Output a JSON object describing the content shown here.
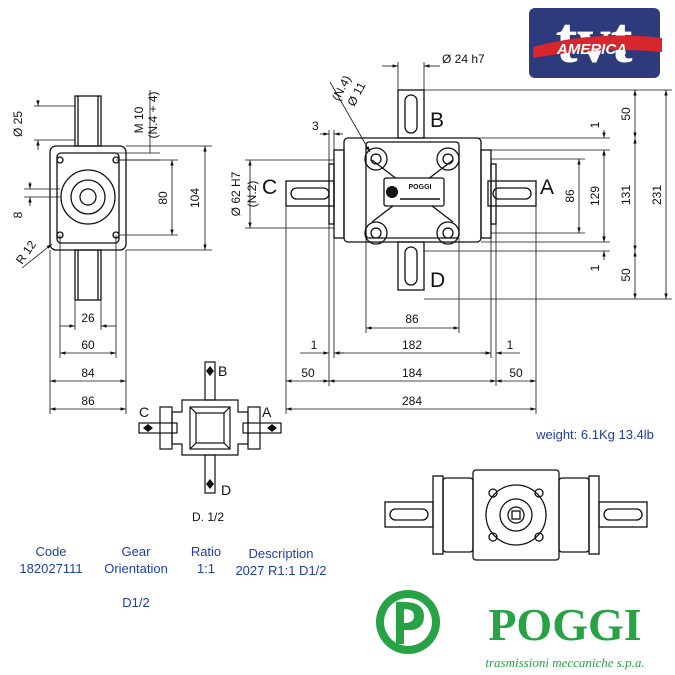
{
  "brand": {
    "tvt_main": "tvt",
    "tvt_sub": "AMERICA",
    "poggi_name": "POGGI",
    "poggi_tagline": "trasmissioni meccaniche s.p.a.",
    "colors": {
      "navy": "#2d3a7c",
      "red": "#d8262c",
      "green": "#27a244",
      "blue_text": "#1f3fa8"
    }
  },
  "weight_text": "weight: 6.1Kg 13.4lb",
  "specs": {
    "code": {
      "label": "Code",
      "value": "182027111"
    },
    "orientation": {
      "label": "Gear\nOrientation",
      "value": "D1/2"
    },
    "ratio": {
      "label": "Ratio",
      "value": "1:1"
    },
    "description": {
      "label": "Description",
      "value": "2027 R1:1 D1/2"
    }
  },
  "side_view_dims": {
    "d_shaft": "Ø 25",
    "thread": "M 10",
    "thread_n": "(N.4 + 4)",
    "h_80": "80",
    "h_104": "104",
    "offset_8": "8",
    "radius": "R 12",
    "w_26": "26",
    "w_60": "60",
    "w_84": "84",
    "w_86": "86"
  },
  "front_view_dims": {
    "d_shaft": "Ø 24 h7",
    "d_hole": "Ø 11",
    "hole_n": "(N.4)",
    "depth_3": "3",
    "d_bore": "Ø 62 H7",
    "bore_n": "(N.2)",
    "v_1_top": "1",
    "v_50_top": "50",
    "v_86": "86",
    "v_129": "129",
    "v_131": "131",
    "v_231": "231",
    "v_1_bottom": "1",
    "v_50_bottom": "50",
    "h_86": "86",
    "h_1_left": "1",
    "h_182": "182",
    "h_1_right": "1",
    "h_50_left": "50",
    "h_184": "184",
    "h_50_right": "50",
    "h_284": "284",
    "shaft_a": "A",
    "shaft_b": "B",
    "shaft_c": "C",
    "shaft_d": "D",
    "plate": "POGGI"
  },
  "schematic": {
    "a": "A",
    "b": "B",
    "c": "C",
    "d": "D",
    "caption": "D. 1/2"
  }
}
